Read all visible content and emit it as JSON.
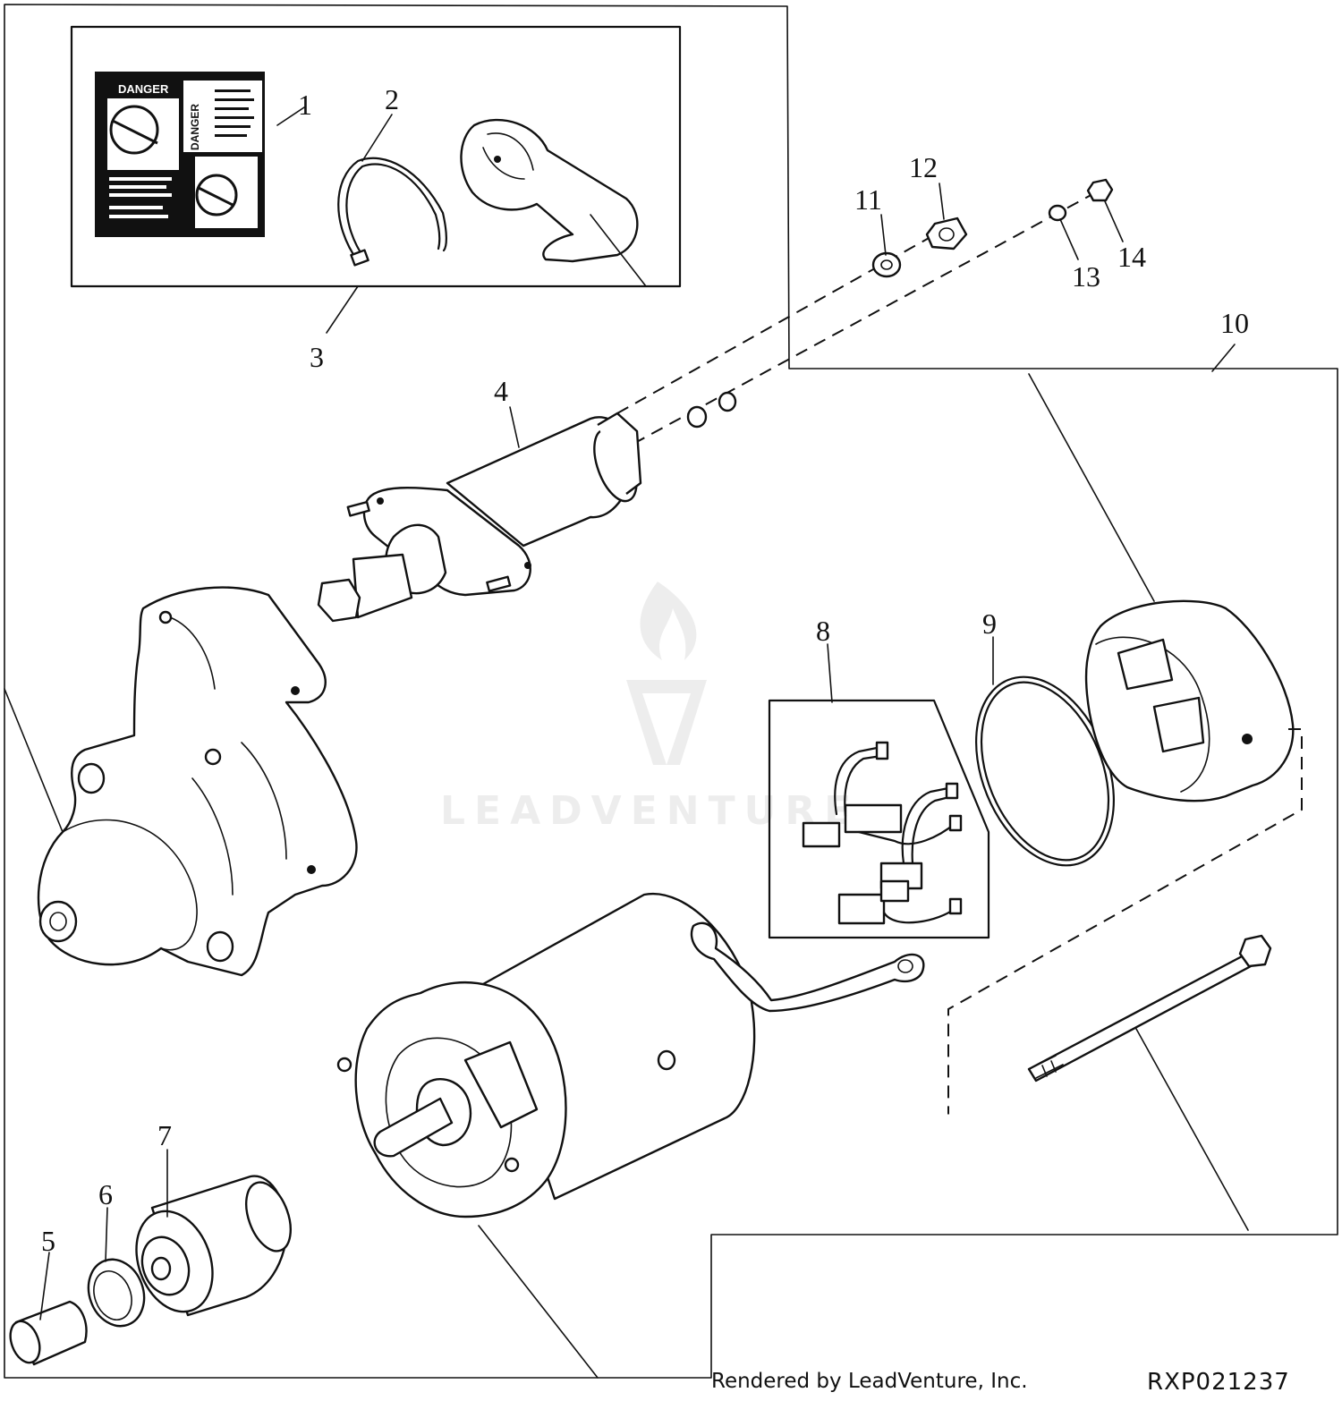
{
  "callouts": {
    "c1": "1",
    "c2": "2",
    "c3": "3",
    "c4": "4",
    "c5": "5",
    "c6": "6",
    "c7": "7",
    "c8": "8",
    "c9": "9",
    "c10": "10",
    "c11": "11",
    "c12": "12",
    "c13": "13",
    "c14": "14"
  },
  "decal": {
    "danger_left": "DANGER",
    "danger_right": "DANGER"
  },
  "watermark": "LEADVENTURE",
  "footer": {
    "credit": "Rendered by LeadVenture, Inc.",
    "reference": "RXP021237"
  }
}
